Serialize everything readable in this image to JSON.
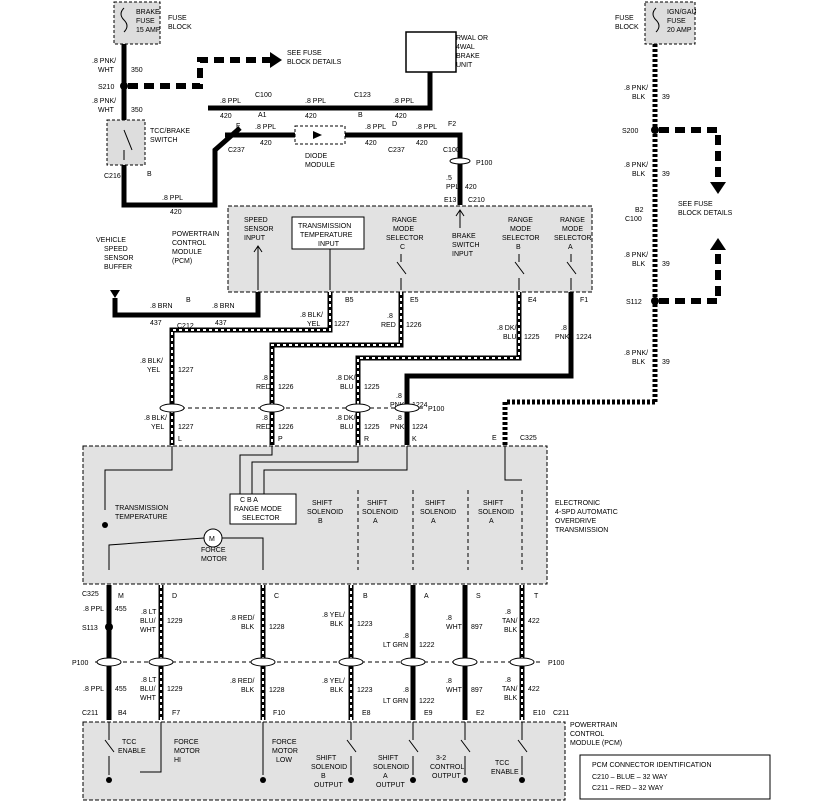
{
  "fuses": {
    "brake": {
      "line1": "BRAKE",
      "line2": "FUSE",
      "line3": "15 AMP",
      "block": "FUSE",
      "block2": "BLOCK"
    },
    "ign": {
      "line1": "IGN/GAU",
      "line2": "FUSE",
      "line3": "20 AMP",
      "block": "FUSE",
      "block2": "BLOCK"
    }
  },
  "fuse_details_a": "SEE FUSE",
  "fuse_details_b": "BLOCK DETAILS",
  "brake_unit": [
    "RWAL OR",
    "4WAL",
    "BRAKE",
    "UNIT"
  ],
  "tcc_switch": [
    "TCC/BRAKE",
    "SWITCH"
  ],
  "diode": [
    "DIODE",
    "MODULE"
  ],
  "connectors": {
    "s210": "S210",
    "c216": "C216",
    "c100": "C100",
    "c123": "C123",
    "c237": "C237",
    "c237b": "C237",
    "p100": "P100",
    "c210": "C210",
    "e13": "E13",
    "s200": "S200",
    "c100r": "C100",
    "b2": "B2",
    "s112": "S112",
    "c212": "C212",
    "c325": "C325",
    "c325l": "C325",
    "s113": "S113",
    "c211": "C211",
    "c211r": "C211"
  },
  "pcm_top": {
    "title": [
      "POWERTRAIN",
      "CONTROL",
      "MODULE",
      "(PCM)"
    ],
    "speed": [
      "SPEED",
      "SENSOR",
      "INPUT"
    ],
    "trans_temp": [
      "TRANSMISSION",
      "TEMPERATURE",
      "INPUT"
    ],
    "range_c": [
      "RANGE",
      "MODE",
      "SELECTOR",
      "C"
    ],
    "brake_sw": [
      "BRAKE",
      "SWITCH",
      "INPUT"
    ],
    "range_b": [
      "RANGE",
      "MODE",
      "SELECTOR",
      "B"
    ],
    "range_a": [
      "RANGE",
      "MODE",
      "SELECTOR",
      "A"
    ]
  },
  "vss": [
    "VEHICLE",
    "SPEED",
    "SENSOR",
    "BUFFER"
  ],
  "wires": {
    "w350": ".8 PNK/",
    "w350b": "WHT",
    "n350": "350",
    "ppl": ".8 PPL",
    "n420": "420",
    "blk39a": ".8 PNK/",
    "blk39b": "BLK",
    "n39": "39",
    "brn": ".8 BRN",
    "n437": "437",
    "byel_a": ".8 BLK/",
    "byel_b": "YEL",
    "n1227": "1227",
    "red": ".8",
    "red2": "RED",
    "n1226": "1226",
    "dkblu": ".8 DK/",
    "dkblu2": "BLU",
    "n1225": "1225",
    "pnk": ".8",
    "pnk2": "PNK",
    "n1224": "1224",
    "ppl5": ".5",
    "ppl5b": "PPL",
    "ppl8": ".8 PPL",
    "n455": "455",
    "ltblu_a": ".8 LT",
    "ltblu_b": "BLU/",
    "ltblu_c": "WHT",
    "n1229": "1229",
    "redblk_a": ".8 RED/",
    "redblk_b": "BLK",
    "n1228": "1228",
    "yelblk_a": ".8 YEL/",
    "yelblk_b": "BLK",
    "n1223": "1223",
    "ltgrn_a": ".8",
    "ltgrn_b": "LT GRN",
    "n1222": "1222",
    "wht_a": ".8",
    "wht_b": "WHT",
    "n897": "897",
    "tanblk_a": ".8",
    "tanblk_b": "TAN/",
    "tanblk_c": "BLK",
    "n422": "422"
  },
  "pins": {
    "A1": "A1",
    "A": "A",
    "B": "B",
    "C": "C",
    "D": "D",
    "E": "E",
    "F": "F",
    "F2": "F2",
    "P": "P",
    "L": "L",
    "R": "R",
    "K": "K",
    "M": "M",
    "S": "S",
    "T": "T",
    "B5": "B5",
    "E5": "E5",
    "E4": "E4",
    "F1": "F1",
    "B4": "B4",
    "F7": "F7",
    "F10": "F10",
    "E8": "E8",
    "E9": "E9",
    "E2": "E2",
    "E10": "E10"
  },
  "transmission": {
    "title": [
      "ELECTRONIC",
      "4-SPD AUTOMATIC",
      "OVERDRIVE",
      "TRANSMISSION"
    ],
    "temp": [
      "TRANSMISSION",
      "TEMPERATURE"
    ],
    "range": [
      "C  B  A",
      "RANGE MODE",
      "SELECTOR"
    ],
    "motor": [
      "FORCE",
      "MOTOR"
    ],
    "m": "M",
    "sol": [
      [
        "SHIFT",
        "SOLENOID",
        "B"
      ],
      [
        "SHIFT",
        "SOLENOID",
        "A"
      ],
      [
        "SHIFT",
        "SOLENOID",
        "A"
      ],
      [
        "SHIFT",
        "SOLENOID",
        "A"
      ]
    ]
  },
  "pcm_bottom": {
    "title": [
      "POWERTRAIN",
      "CONTROL",
      "MODULE (PCM)"
    ],
    "tcc": [
      "TCC",
      "ENABLE"
    ],
    "fm_hi": [
      "FORCE",
      "MOTOR",
      "HI"
    ],
    "fm_lo": [
      "FORCE",
      "MOTOR",
      "LOW"
    ],
    "solb": [
      "SHIFT",
      "SOLENOID",
      "B",
      "OUTPUT"
    ],
    "sola": [
      "SHIFT",
      "SOLENOID",
      "A",
      "OUTPUT"
    ],
    "c32": [
      "3-2",
      "CONTROL",
      "OUTPUT"
    ],
    "tcc2": [
      "TCC",
      "ENABLE"
    ]
  },
  "pcm_conn_id": {
    "title": "PCM CONNECTOR IDENTIFICATION",
    "c210": "C210 – BLUE  – 32 WAY",
    "c211": "C211 – RED  – 32 WAY"
  }
}
